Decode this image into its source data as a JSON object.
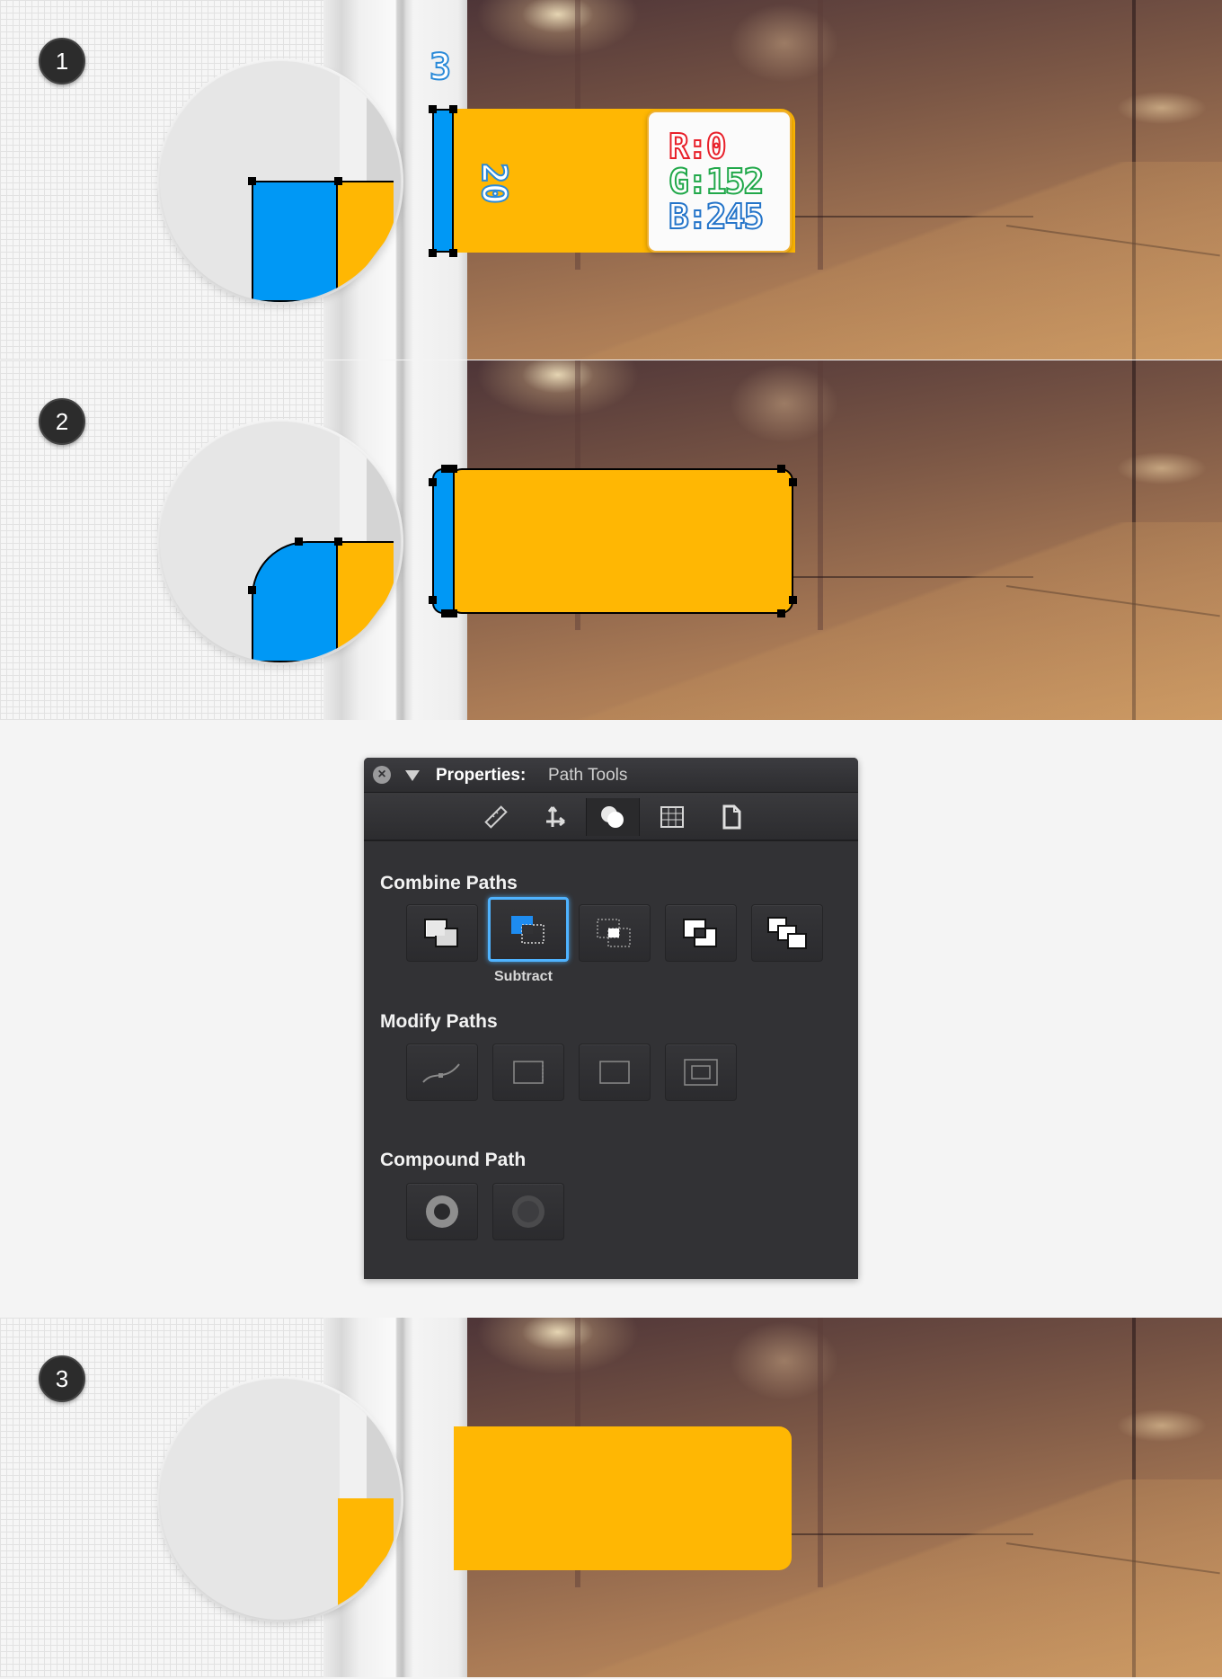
{
  "steps": [
    {
      "number": "1"
    },
    {
      "number": "2"
    },
    {
      "number": "3"
    }
  ],
  "dimensions": {
    "width_label": "3",
    "height_label": "20"
  },
  "color_tooltip": {
    "r": "R:0",
    "g": "G:152",
    "b": "B:245",
    "r_color": "#e8202a",
    "g_color": "#21a84a",
    "b_color": "#2474c9"
  },
  "colors": {
    "blue": "#0098f5",
    "yellow": "#ffb703"
  },
  "panel": {
    "title": "Properties:",
    "subtitle": "Path Tools",
    "tabs": [
      {
        "icon": "ruler-icon"
      },
      {
        "icon": "transform-icon"
      },
      {
        "icon": "path-tools-icon",
        "active": true
      },
      {
        "icon": "grid-icon"
      },
      {
        "icon": "document-icon"
      }
    ],
    "combine_label": "Combine Paths",
    "combine_tools": [
      {
        "icon": "unite-icon"
      },
      {
        "icon": "subtract-icon",
        "selected": true
      },
      {
        "icon": "intersect-icon"
      },
      {
        "icon": "exclude-icon"
      },
      {
        "icon": "divide-icon"
      }
    ],
    "selected_caption": "Subtract",
    "modify_label": "Modify Paths",
    "modify_tools": [
      {
        "icon": "smooth-path-icon"
      },
      {
        "icon": "simplify-path-icon"
      },
      {
        "icon": "rectangle-path-icon"
      },
      {
        "icon": "inset-path-icon"
      }
    ],
    "compound_label": "Compound Path",
    "compound_tools": [
      {
        "icon": "make-compound-icon"
      },
      {
        "icon": "release-compound-icon"
      }
    ]
  }
}
